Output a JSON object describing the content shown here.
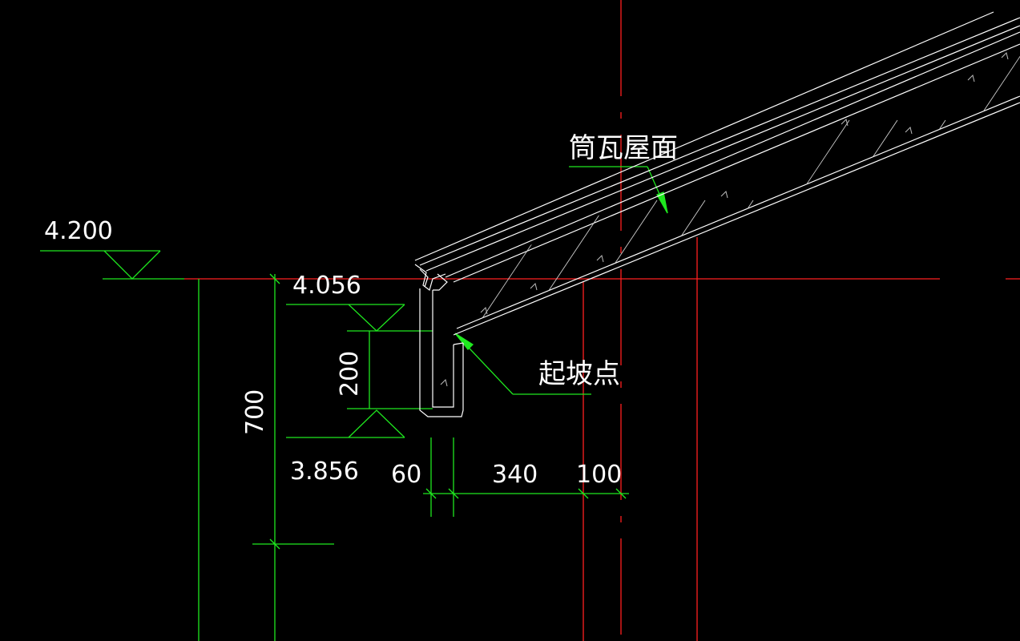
{
  "drawing": {
    "elevations": {
      "top": "4.200",
      "eave_top": "4.056",
      "gutter_bottom": "3.856"
    },
    "dimensions": {
      "vertical_large": "700",
      "vertical_small": "200",
      "horizontal": [
        "60",
        "340",
        "100"
      ]
    },
    "annotations": {
      "roof": "筒瓦屋面",
      "slope_start": "起坡点"
    },
    "colors": {
      "background": "#000000",
      "axis_lines": "#ff0000",
      "dimension_lines": "#00ff00",
      "structure": "#ffffff"
    }
  }
}
